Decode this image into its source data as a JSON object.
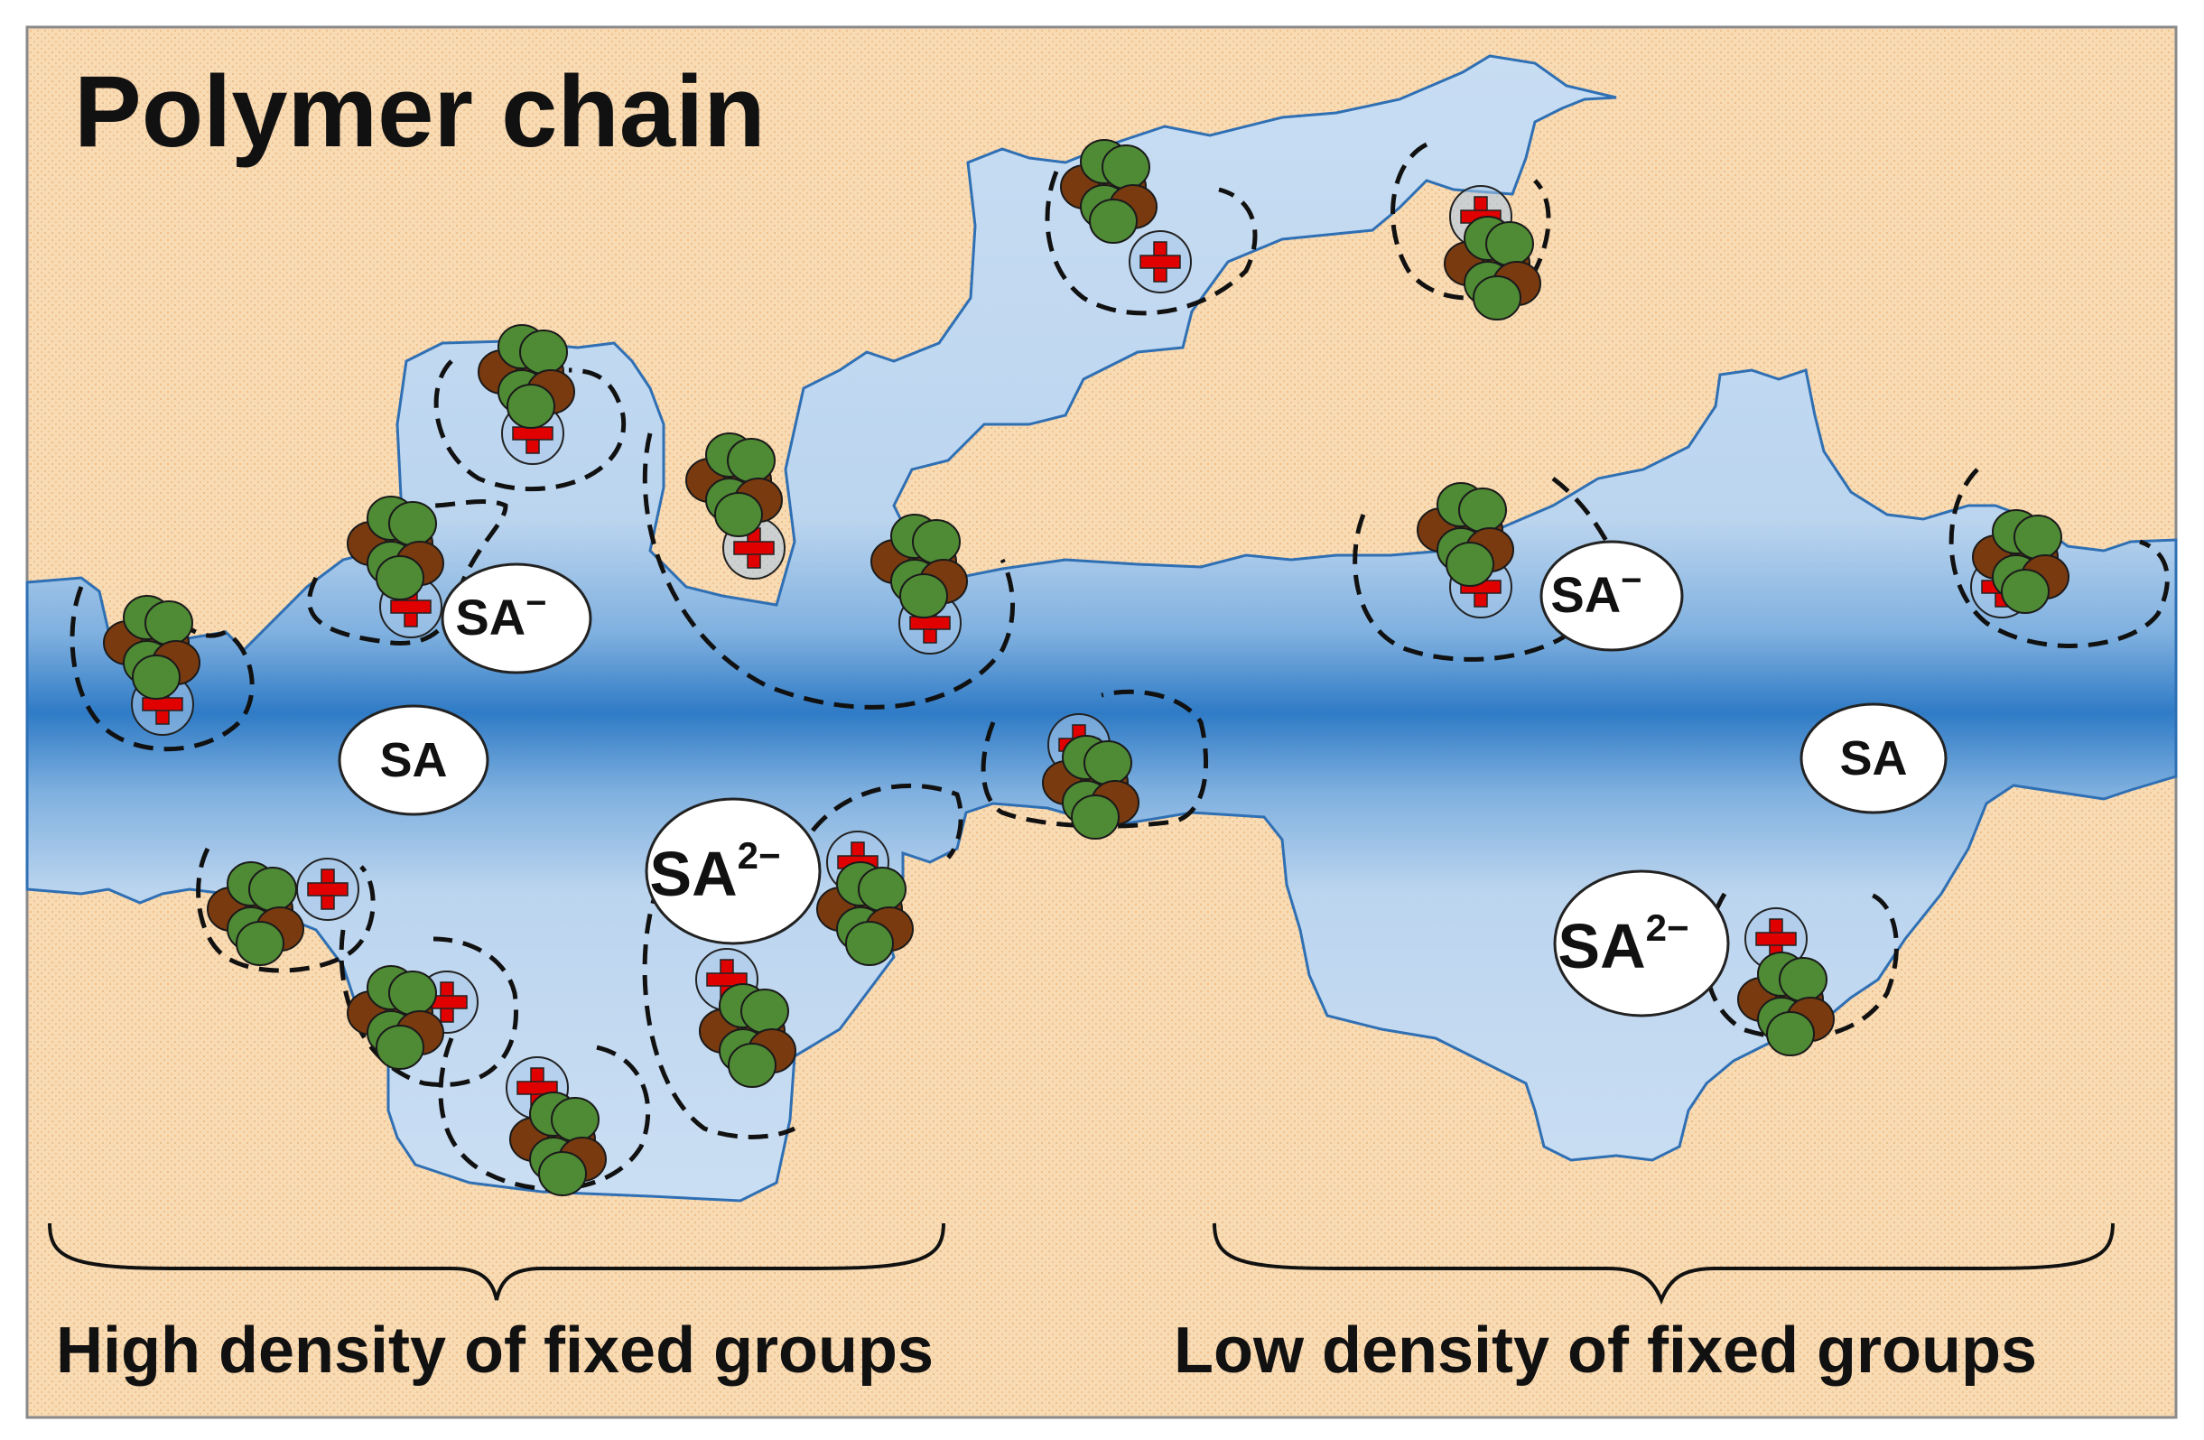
{
  "title": "Polymer chain",
  "labels": {
    "high_density": "High density of fixed groups",
    "low_density": "Low density of fixed groups"
  },
  "ions": {
    "sa": "SA",
    "sa_minus": "SA",
    "sa_minus_charge": "−",
    "sa_2minus": "SA",
    "sa_2minus_charge": "2−"
  },
  "colors": {
    "polymer_background": "#f7d9b0",
    "pore_water_light": "#c7ddf2",
    "pore_water_core": "#3a80c8",
    "pore_outline": "#2f6fb3",
    "fixed_group_sign": "#e00000",
    "counterion_brown": "#7a3a10",
    "counterion_green": "#4f8a35"
  },
  "icons": {
    "fixed_group": "plus-circle-icon",
    "counterion_cluster": "molecule-cluster-icon",
    "solvation_shell": "dashed-boundary"
  }
}
